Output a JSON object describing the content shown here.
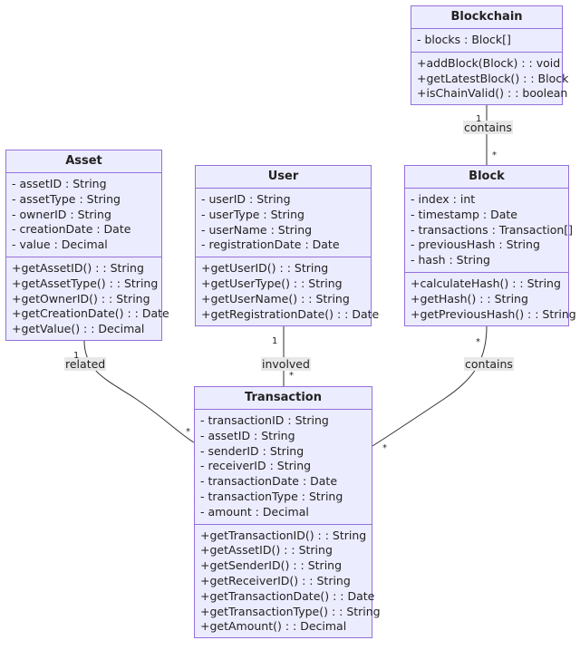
{
  "classes": {
    "blockchain": {
      "name": "Blockchain",
      "attributes": [
        "- blocks : Block[]"
      ],
      "methods": [
        "+addBlock(Block) : : void",
        "+getLatestBlock() : : Block",
        "+isChainValid() : : boolean"
      ]
    },
    "asset": {
      "name": "Asset",
      "attributes": [
        "- assetID : String",
        "- assetType : String",
        "- ownerID : String",
        "- creationDate : Date",
        "- value : Decimal"
      ],
      "methods": [
        "+getAssetID() : : String",
        "+getAssetType() : : String",
        "+getOwnerID() : : String",
        "+getCreationDate() : : Date",
        "+getValue() : : Decimal"
      ]
    },
    "user": {
      "name": "User",
      "attributes": [
        "- userID : String",
        "- userType : String",
        "- userName : String",
        "- registrationDate : Date"
      ],
      "methods": [
        "+getUserID() : : String",
        "+getUserType() : : String",
        "+getUserName() : : String",
        "+getRegistrationDate() : : Date"
      ]
    },
    "block": {
      "name": "Block",
      "attributes": [
        "- index : int",
        "- timestamp : Date",
        "- transactions : Transaction[]",
        "- previousHash : String",
        "- hash : String"
      ],
      "methods": [
        "+calculateHash() : : String",
        "+getHash() : : String",
        "+getPreviousHash() : : String"
      ]
    },
    "transaction": {
      "name": "Transaction",
      "attributes": [
        "- transactionID : String",
        "- assetID : String",
        "- senderID : String",
        "- receiverID : String",
        "- transactionDate : Date",
        "- transactionType : String",
        "- amount : Decimal"
      ],
      "methods": [
        "+getTransactionID() : : String",
        "+getAssetID() : : String",
        "+getSenderID() : : String",
        "+getReceiverID() : : String",
        "+getTransactionDate() : : Date",
        "+getTransactionType() : : String",
        "+getAmount() : : Decimal"
      ]
    }
  },
  "relations": {
    "blockchain_block": {
      "label": "contains",
      "from_mult": "1",
      "to_mult": "*"
    },
    "asset_transaction": {
      "label": "related",
      "from_mult": "1",
      "to_mult": "*"
    },
    "user_transaction": {
      "label": "involved",
      "from_mult": "1",
      "to_mult": "*"
    },
    "block_transaction": {
      "label": "contains",
      "from_mult": "*",
      "to_mult": "*"
    }
  },
  "colors": {
    "box_fill": "#ececff",
    "box_border": "#9370db",
    "line": "#333333",
    "label_bg": "#e8e8e8"
  }
}
